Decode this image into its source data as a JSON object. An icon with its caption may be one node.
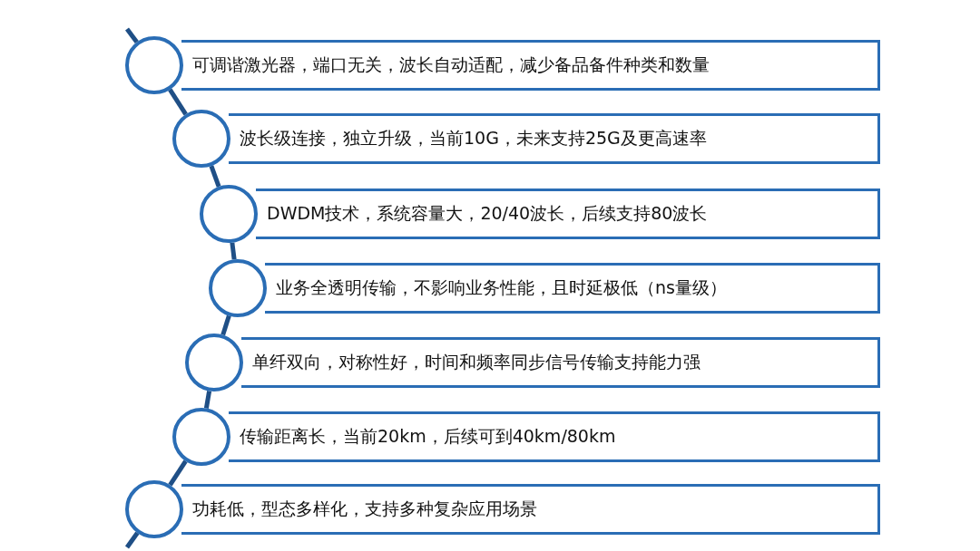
{
  "diagram": {
    "nodes": [
      {
        "text": [],
        "shape": "circle"
      },
      {
        "text": [
          "可调谐激光器，端口无关，波长自动适配，减少备品备件种类和数量"
        ]
      },
      {
        "text": [],
        "shape": "circle"
      },
      {
        "text": [
          "波长级连接，独立升级，当前10G，未来支持25G及更高速率"
        ]
      },
      {
        "text": [],
        "shape": "circle"
      },
      {
        "text": [
          "DWDM技术，系统容量大，20/40波长，后续支持80波长"
        ]
      },
      {
        "text": [],
        "shape": "circle"
      },
      {
        "text": [
          "业务全透明传输，不影响业务性能，且时延极低（ns量级）"
        ]
      },
      {
        "text": [],
        "shape": "circle"
      },
      {
        "text": [
          "单纤双向，对称性好，时间和频率同步信号传输支持能力强"
        ]
      },
      {
        "text": [],
        "shape": "circle"
      },
      {
        "text": [
          "传输距离长，当前20km，后续可到40km/80km"
        ]
      },
      {
        "text": [],
        "shape": "circle"
      },
      {
        "text": [
          "功耗低，型态多样化，支持多种复杂应用场景"
        ]
      }
    ],
    "edges": [
      {
        "from": null,
        "to": 0,
        "arrow": "none"
      },
      {
        "from": 0,
        "to": 2,
        "arrow": "none"
      },
      {
        "from": 2,
        "to": 4,
        "arrow": "none"
      },
      {
        "from": 4,
        "to": 6,
        "arrow": "none"
      },
      {
        "from": 6,
        "to": 8,
        "arrow": "none"
      },
      {
        "from": 8,
        "to": 10,
        "arrow": "none"
      },
      {
        "from": 10,
        "to": 12,
        "arrow": "none"
      },
      {
        "from": 12,
        "to": null,
        "arrow": "none"
      }
    ]
  }
}
